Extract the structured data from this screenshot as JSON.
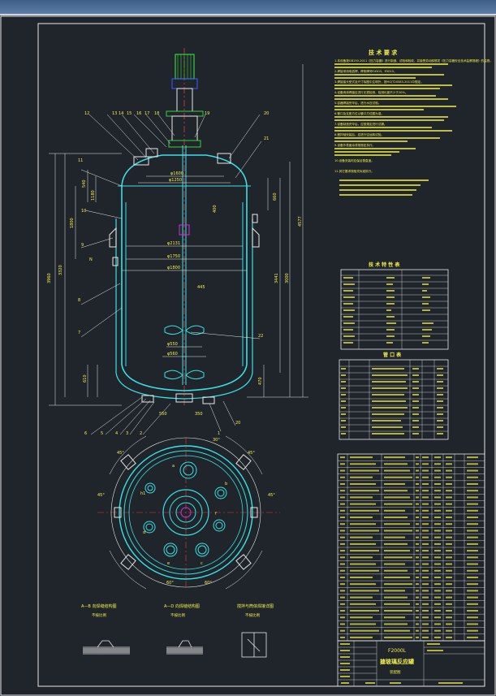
{
  "window": {
    "title": ""
  },
  "drawing": {
    "tech_req_title": "技 术 要 求",
    "tech_req_lines": [
      "1.本设备按GB150-2011《压力容器》进行制造、试验和验收，并接受劳动部颁发《压力容器安全技术监察规程》的监督。",
      "2.焊接采用电弧焊，焊条牌号E4303、E5015。",
      "3.焊接接头型式及尺寸除图中注明外，按HG/T20583-2011中规定。",
      "4.设备壳体焊缝应进行无损检测，检测长度不少于20%。",
      "5.容器焊接完毕后，进行水压试验。",
      "6.管口及支座方位以管口方位图为准。",
      "7.设备制造完毕后，应按规定进行试漏。",
      "8.搅拌轴安装后，应进行空运转试验。",
      "9.设备外表面涂漆按规定执行。",
      "10.设备安装时应保证垂直度。",
      "11.其它要求按相关标准执行。"
    ],
    "tech_char_title": "技 术 特 性 表",
    "nozzle_table_title": "管 口 表",
    "view_labels": [
      "A—B 向焊缝结构图",
      "A—D 向焊缝结构图",
      "搅拌与筒体焊接详图"
    ],
    "scale_labels": [
      "不按比例",
      "不按比例",
      "不按比例"
    ],
    "title_block": {
      "model": "F2000L",
      "name": "搪玻璃反应罐",
      "subtitle": "装配图"
    },
    "dims": {
      "left": [
        "3960",
        "3320",
        "1800",
        "540",
        "1180",
        "610"
      ],
      "right": [
        "3441",
        "3000",
        "4577",
        "660",
        "470"
      ],
      "diameters": [
        "φ1600",
        "φ1250",
        "φ2131",
        "φ1750",
        "φ1800"
      ],
      "bottom": [
        "550",
        "350"
      ],
      "mid": [
        "445",
        "400",
        "φ550",
        "φ560"
      ]
    }
  },
  "colors": {
    "background": "#1f252b",
    "frame": "#e8e8e8",
    "outline": "#39e1e7",
    "centerline": "#e23a3a",
    "dimension": "#e8e8e8",
    "text": "#f5f04a",
    "accent": "#d12fd8",
    "green": "#36d33d",
    "blue": "#3a5cff"
  }
}
